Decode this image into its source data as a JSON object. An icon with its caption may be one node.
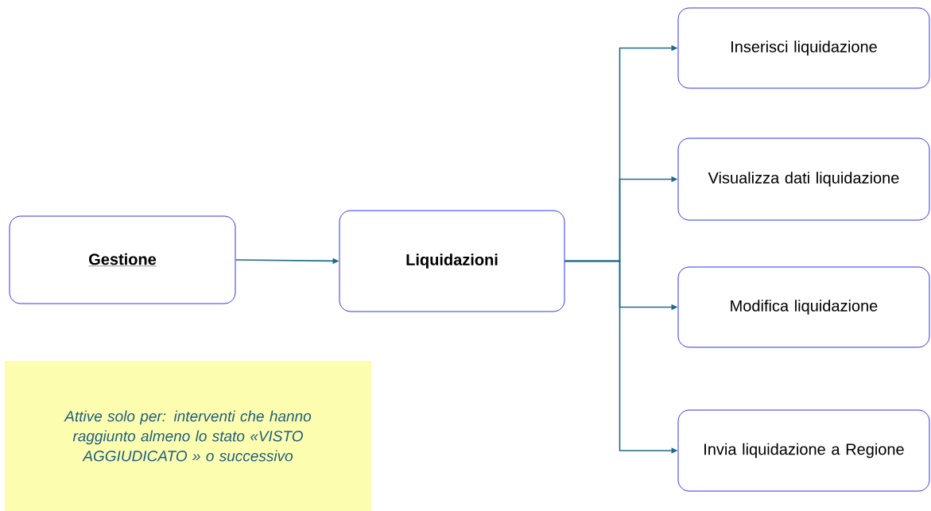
{
  "diagram": {
    "nodes": [
      {
        "text": [
          "Gestione"
        ]
      },
      {
        "text": [
          "Liquidazioni"
        ]
      },
      {
        "text": [
          "Inserisci liquidazione"
        ]
      },
      {
        "text": [
          "Visualizza dati liquidazione"
        ]
      },
      {
        "text": [
          "Modifica liquidazione"
        ]
      },
      {
        "text": [
          "Invia liquidazione a Regione"
        ]
      },
      {
        "text": [
          "Attive solo per: interventi che hanno raggiunto almeno lo stato «VISTO AGGIUDICATO » o successivo"
        ]
      }
    ],
    "edges": [
      {
        "from": 0,
        "to": 1,
        "arrow": "to"
      },
      {
        "from": 1,
        "to": 2,
        "arrow": "to"
      },
      {
        "from": 1,
        "to": 3,
        "arrow": "to"
      },
      {
        "from": 1,
        "to": 4,
        "arrow": "to"
      },
      {
        "from": 1,
        "to": 5,
        "arrow": "to"
      }
    ]
  }
}
